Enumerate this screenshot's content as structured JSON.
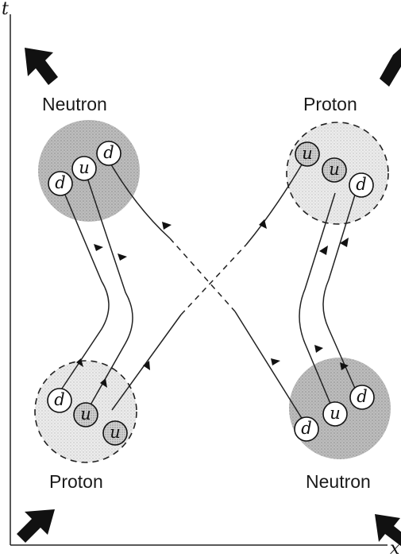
{
  "axes": {
    "x_label": "x",
    "t_label": "t"
  },
  "particles": {
    "top_left": "Neutron",
    "top_right": "Proton",
    "bottom_left": "Proton",
    "bottom_right": "Neutron"
  },
  "quarks": {
    "top_left": [
      "d",
      "u",
      "d"
    ],
    "top_right": [
      "u",
      "u",
      "d"
    ],
    "bottom_left": [
      "d",
      "u",
      "u"
    ],
    "bottom_right": [
      "d",
      "u",
      "d"
    ]
  },
  "colors": {
    "neutron_fill": "#c4c4c4",
    "proton_fill": "#e6e6e6",
    "lines": "#222222"
  }
}
